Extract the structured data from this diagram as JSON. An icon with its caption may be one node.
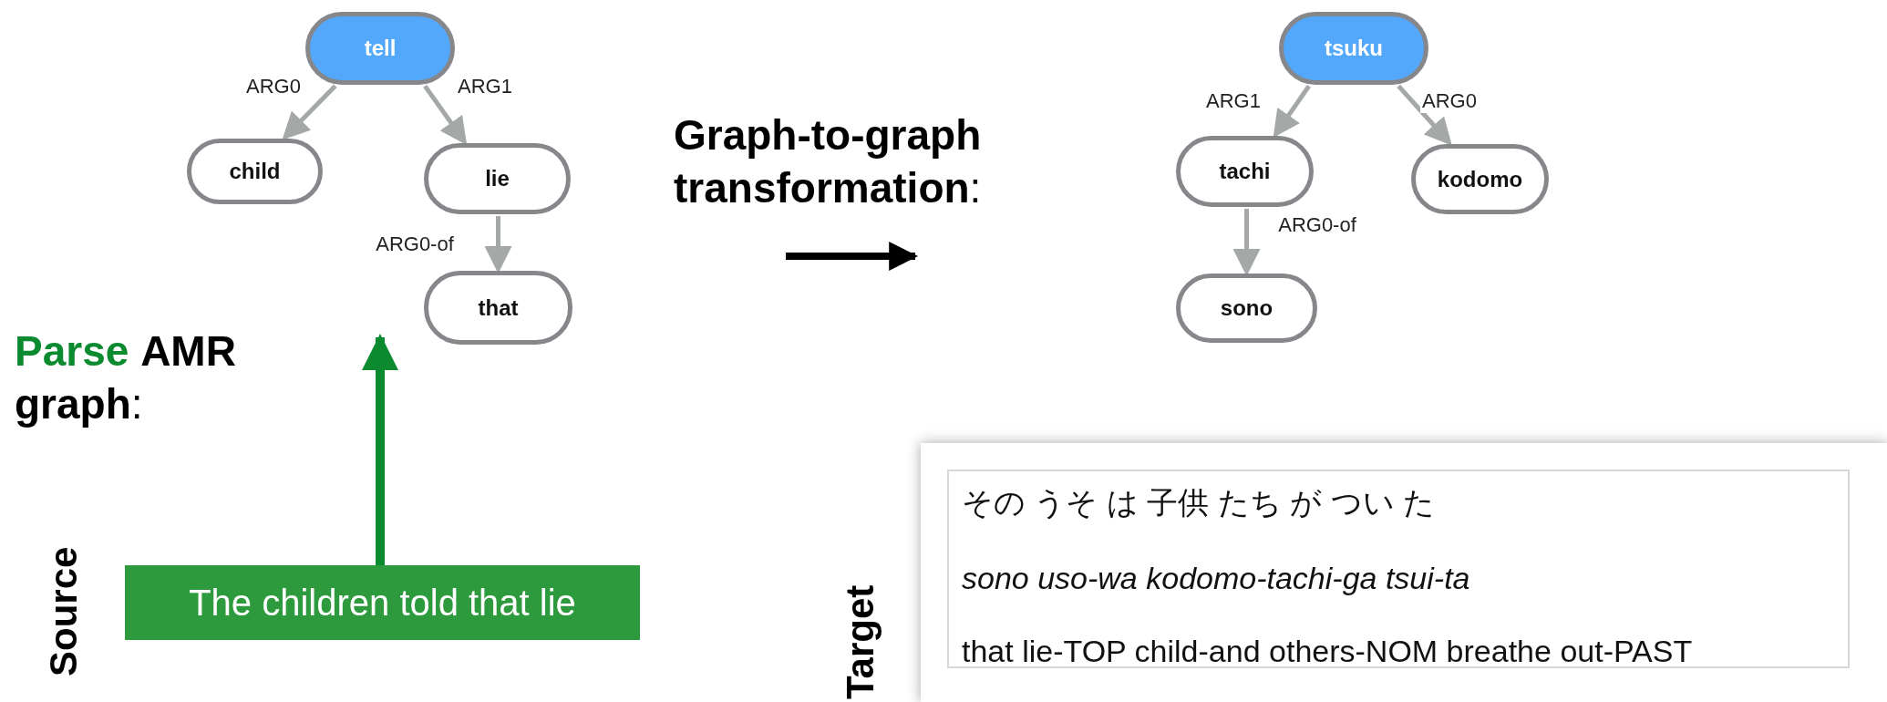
{
  "diagram": {
    "nodes": [
      {
        "text": [
          "tell"
        ]
      },
      {
        "text": [
          "child"
        ]
      },
      {
        "text": [
          "lie"
        ]
      },
      {
        "text": [
          "that"
        ]
      },
      {
        "text": [
          "tsuku"
        ]
      },
      {
        "text": [
          "tachi"
        ]
      },
      {
        "text": [
          "kodomo"
        ]
      },
      {
        "text": [
          "sono"
        ]
      },
      {
        "text": [
          "The children told that lie"
        ],
        "beside": [
          "Source"
        ]
      },
      {
        "text": [
          "その うそ は 子供 たち が つい た",
          "sono uso-wa kodomo-tachi-ga tsui-ta",
          "that lie-TOP child-and others-NOM breathe out-PAST"
        ],
        "beside": [
          "Target"
        ]
      }
    ],
    "edges": [
      {
        "from": 0,
        "to": 1,
        "arrow": "to",
        "label": "ARG0"
      },
      {
        "from": 0,
        "to": 2,
        "arrow": "to",
        "label": "ARG1"
      },
      {
        "from": 2,
        "to": 3,
        "arrow": "to",
        "label": "ARG0-of"
      },
      {
        "from": 4,
        "to": 5,
        "arrow": "to",
        "label": "ARG1"
      },
      {
        "from": 4,
        "to": 6,
        "arrow": "to",
        "label": "ARG0"
      },
      {
        "from": 5,
        "to": 7,
        "arrow": "to",
        "label": "ARG0-of"
      },
      {
        "from": 8,
        "to": 3,
        "arrow": "to",
        "style": "thick",
        "color": "#0b8a2f"
      }
    ],
    "labels": [
      "**Parse** **AMR graph**:",
      "**Graph-to-graph transformation**:"
    ]
  }
}
